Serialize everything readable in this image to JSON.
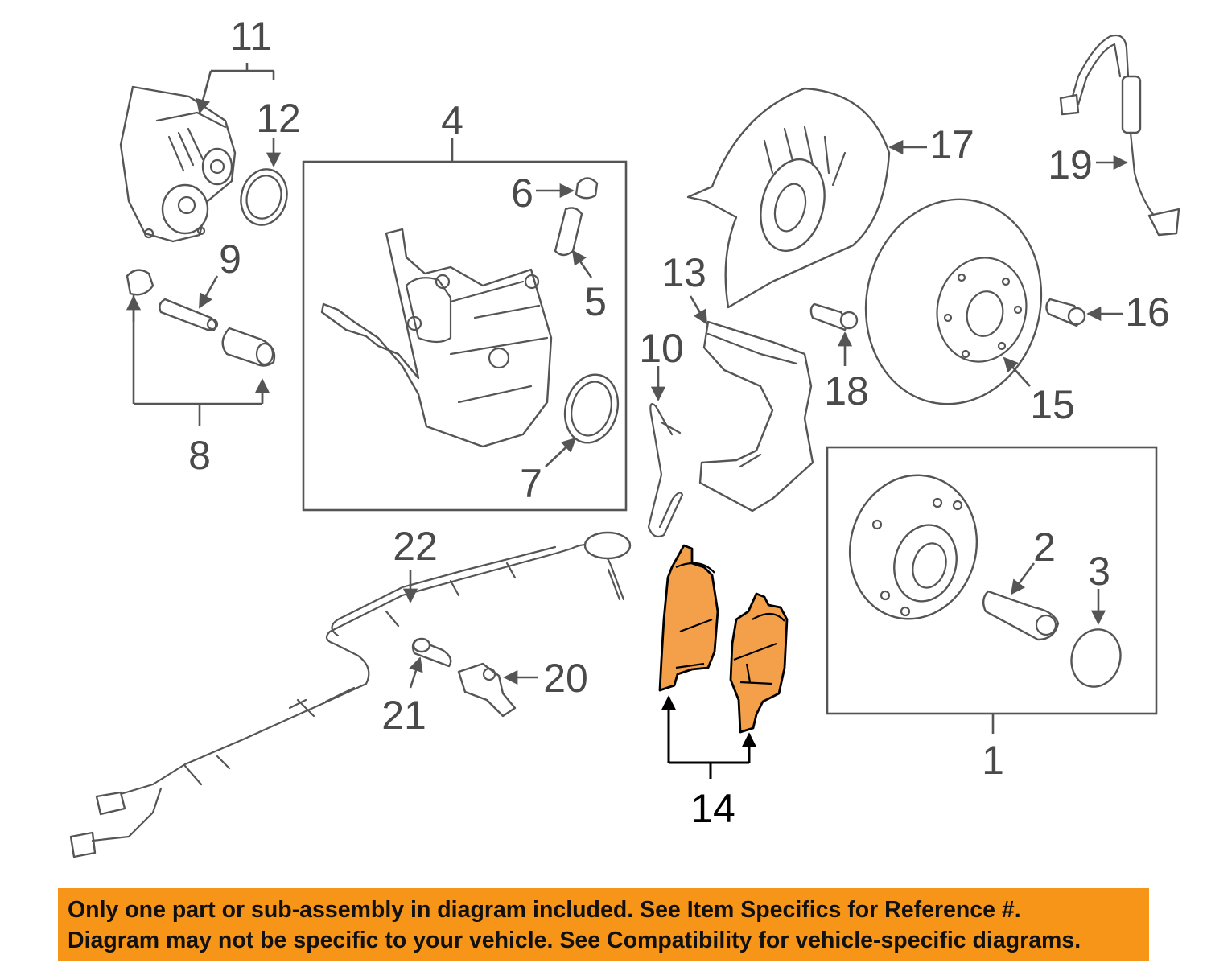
{
  "colors": {
    "banner_background": "#f79518",
    "highlight_part": "#f4a04a",
    "line_art": "#555555",
    "label_text": "#4a4a4a"
  },
  "labels": {
    "l1": "1",
    "l2": "2",
    "l3": "3",
    "l4": "4",
    "l5": "5",
    "l6": "6",
    "l7": "7",
    "l8": "8",
    "l9": "9",
    "l10": "10",
    "l11": "11",
    "l12": "12",
    "l13": "13",
    "l14": "14",
    "l15": "15",
    "l16": "16",
    "l17": "17",
    "l18": "18",
    "l19": "19",
    "l20": "20",
    "l21": "21",
    "l22": "22"
  },
  "highlighted_part": "14",
  "disclaimer": {
    "line1": "Only one part or sub-assembly in diagram included. See Item Specifics for Reference #.",
    "line2": "Diagram may not be specific to your vehicle. See Compatibility for vehicle-specific diagrams."
  }
}
